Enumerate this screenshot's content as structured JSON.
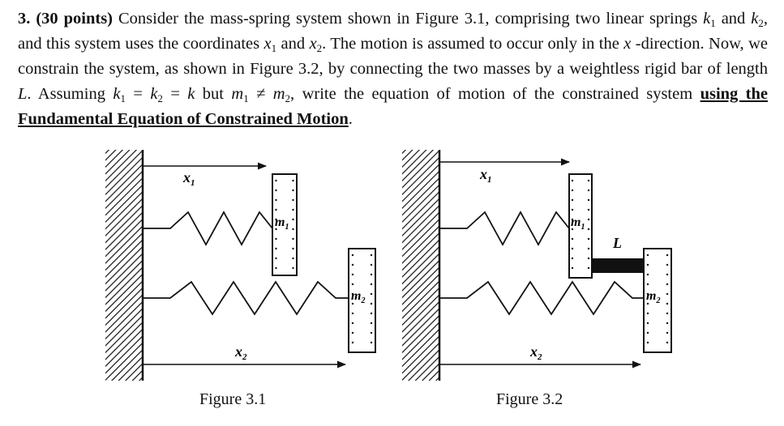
{
  "problem": {
    "number": "3.",
    "points": "(30 points)",
    "t1": " Consider the mass-spring system shown in Figure 3.1, comprising two linear springs ",
    "k": "k",
    "s1": "1",
    "t2": " and ",
    "s2": "2",
    "t3": ", and this system uses the coordinates ",
    "x": "x",
    "t4": " and ",
    "t5": ". The motion is assumed to occur only in the ",
    "xdir": "x",
    "t6": " -direction. Now, we constrain the system, as shown in Figure 3.2, by connecting the two masses by a weightless rigid bar of length ",
    "L": "L",
    "t7": ". Assuming ",
    "eq1": " = ",
    "eq2": " = ",
    "t8": " but ",
    "m": "m",
    "neq": " ≠ ",
    "t9": ", write the equation of motion of the constrained system ",
    "method": "using the Fundamental Equation of Constrained Motion",
    "t10": "."
  },
  "figure1": {
    "caption": "Figure 3.1",
    "x1": "x",
    "x1sub": "1",
    "x2": "x",
    "x2sub": "2",
    "m1": "m",
    "m1sub": "1",
    "m2": "m",
    "m2sub": "2"
  },
  "figure2": {
    "caption": "Figure 3.2",
    "x1": "x",
    "x1sub": "1",
    "x2": "x",
    "x2sub": "2",
    "m1": "m",
    "m1sub": "1",
    "m2": "m",
    "m2sub": "2",
    "bar": "L"
  }
}
